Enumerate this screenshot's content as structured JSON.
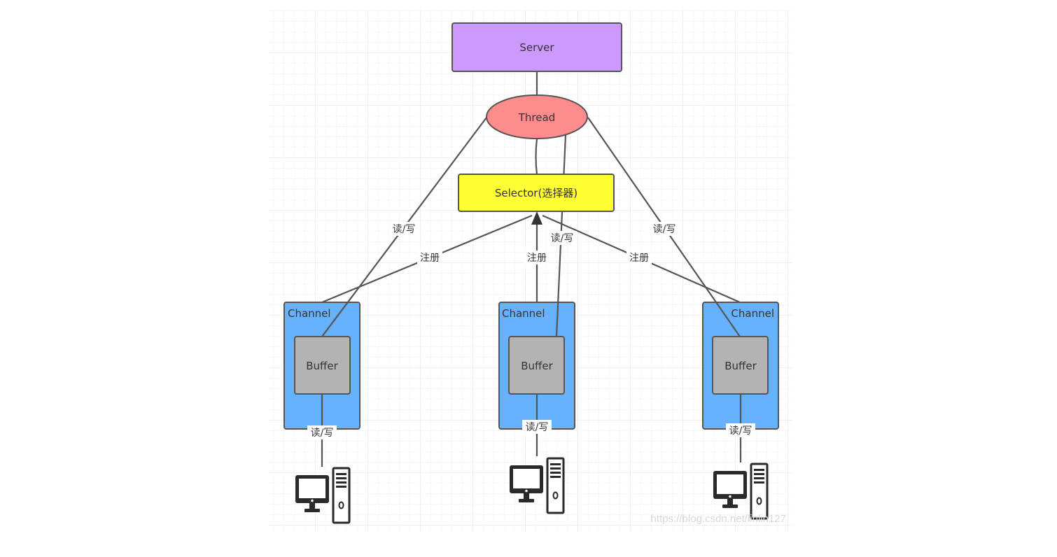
{
  "nodes": {
    "server": "Server",
    "thread": "Thread",
    "selector": "Selector(选择器)",
    "channel": "Channel",
    "buffer": "Buffer"
  },
  "edge_labels": {
    "read_write": "读/写",
    "register": "注册"
  },
  "icons": {
    "client": "desktop-computer-icon"
  },
  "colors": {
    "server": "#cc99ff",
    "thread": "#ff8c8c",
    "selector": "#ffff33",
    "channel": "#66b2ff",
    "buffer": "#b3b3b3",
    "stroke": "#555555"
  },
  "watermark": "https://blog.csdn.net/linlin127"
}
